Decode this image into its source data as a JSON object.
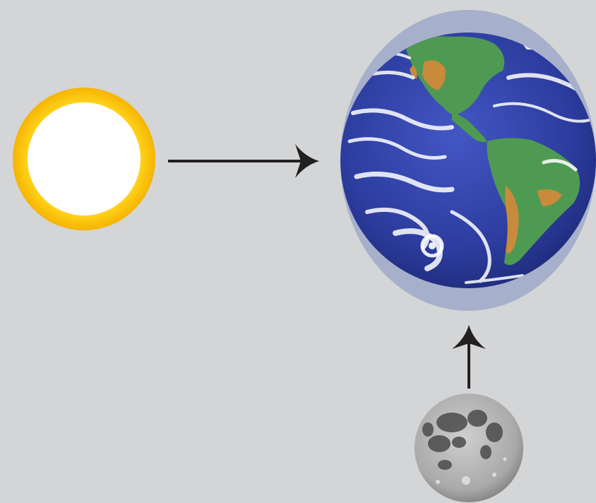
{
  "diagram": {
    "background_color": "#d4d5d7",
    "bodies": [
      {
        "name": "sun",
        "icon": "sun-icon",
        "colors": {
          "outer": "#f7c300",
          "ring": "#ffd61e",
          "core": "#ffffff"
        }
      },
      {
        "name": "earth",
        "icon": "earth-icon",
        "colors": {
          "bulge": "#a6b0cb",
          "ocean": "#2b3a9a",
          "land": "#4f9a52",
          "desert": "#c98a3c",
          "cloud": "#ffffff"
        }
      },
      {
        "name": "moon",
        "icon": "moon-icon",
        "colors": {
          "surface": "#b9b9b9",
          "maria": "#4a4a4a"
        }
      }
    ],
    "arrows": [
      {
        "name": "sun-to-earth",
        "direction": "right",
        "color": "#231f20"
      },
      {
        "name": "moon-to-earth",
        "direction": "up",
        "color": "#231f20"
      }
    ]
  }
}
